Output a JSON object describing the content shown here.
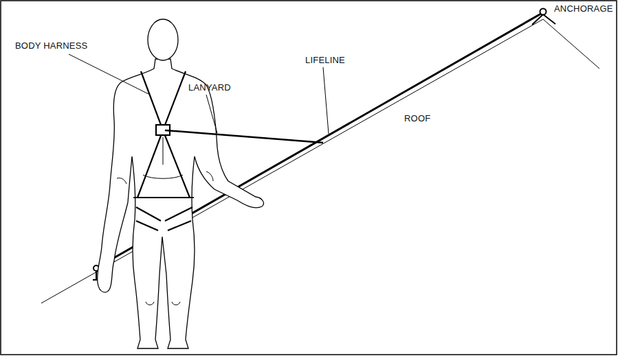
{
  "diagram": {
    "labels": [
      "ANCHORAGE",
      "BODY HARNESS",
      "LANYARD",
      "LIFELINE",
      "ROOF"
    ]
  }
}
